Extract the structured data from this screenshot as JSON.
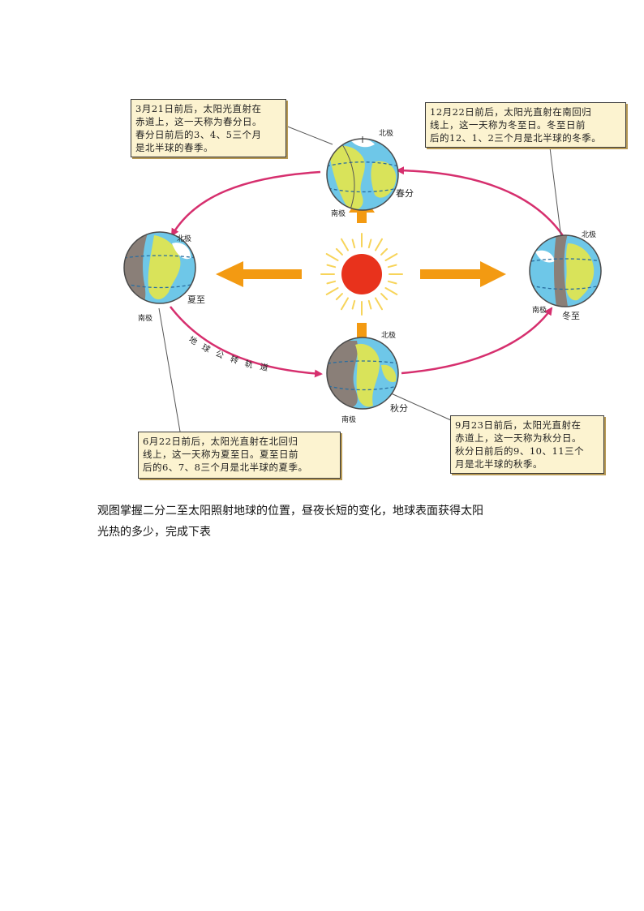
{
  "notes": {
    "spring": {
      "lines": [
        "3月21日前后，太阳光直射在",
        "赤道上，这一天称为春分日。",
        "春分日前后的3、4、5三个月",
        "是北半球的春季。"
      ]
    },
    "winter": {
      "lines": [
        "12月22日前后，太阳光直射在南回归",
        "线上，这一天称为冬至日。冬至日前",
        "后的12、1、2三个月是北半球的冬季。"
      ]
    },
    "summer": {
      "lines": [
        "6月22日前后，太阳光直射在北回归",
        "线上，这一天称为夏至日。夏至日前",
        "后的6、7、8三个月是北半球的夏季。"
      ]
    },
    "autumn": {
      "lines": [
        "9月23日前后，太阳光直射在",
        "赤道上，这一天称为秋分日。",
        "秋分日前后的9、10、11三个",
        "月是北半球的秋季。"
      ]
    }
  },
  "labels": {
    "north_pole": "北极",
    "south_pole": "南极",
    "spring": "春分",
    "summer": "夏至",
    "autumn": "秋分",
    "winter": "冬至",
    "orbit_chars": [
      "地",
      "球",
      "公",
      "转",
      "轨",
      "道"
    ]
  },
  "caption": {
    "lines": [
      "观图掌握二分二至太阳照射地球的位置，昼夜长短的变化，地球表面获得太阳",
      "光热的多少，完成下表"
    ]
  },
  "colors": {
    "orbit": "#d62f6e",
    "sun": "#e8321c",
    "sun_rays": "#f7d45a",
    "arrow": "#f39a12",
    "ocean": "#6ec7e8",
    "land": "#d9e35a",
    "night": "#8a7f78"
  }
}
